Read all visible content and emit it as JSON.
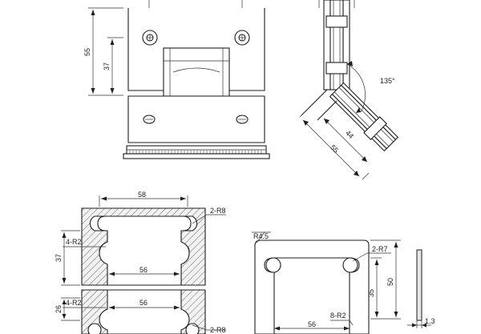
{
  "top_left_view": {
    "dim_55": "55",
    "dim_37": "37"
  },
  "top_right_view": {
    "angle": "135°",
    "dim_44": "44",
    "dim_55": "55"
  },
  "cutout_left": {
    "dim_58": "58",
    "label_2R8_top": "2-R8",
    "label_4R2_top": "4-R2",
    "dim_37": "37",
    "dim_56_top": "56",
    "dim_26": "26",
    "label_4R2_bottom": "4-R2",
    "dim_56_bottom": "56",
    "label_2R8_bottom": "2-R8"
  },
  "plate_view": {
    "label_R45": "R4.5",
    "label_2R7": "2-R7",
    "dim_35": "35",
    "dim_50": "50",
    "label_8R2": "8-R2",
    "dim_56": "56"
  },
  "side_profile": {
    "dim_13": "1.3"
  }
}
